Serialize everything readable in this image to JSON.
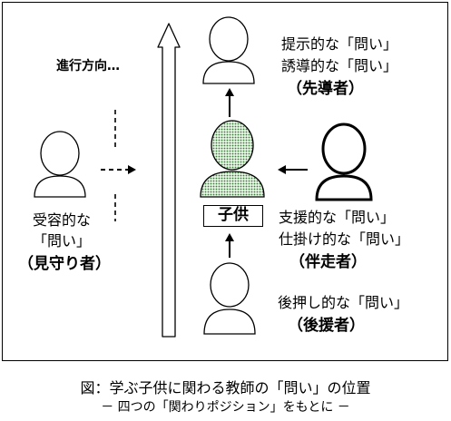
{
  "direction_label": "進行方向…",
  "child": {
    "label": "子供"
  },
  "leader": {
    "line1": "提示的な「問い」",
    "line2": "誘導的な「問い」",
    "role": "（先導者）"
  },
  "companion": {
    "line1": "支援的な「問い」",
    "line2": "仕掛け的な「問い」",
    "role": "（伴走者）"
  },
  "supporter": {
    "line1": "後押し的な「問い」",
    "role": "（後援者）"
  },
  "watcher": {
    "line1": "受容的な",
    "line2": "「問い」",
    "role": "（見守り者）"
  },
  "caption": {
    "title": "図：学ぶ子供に関わる教師の「問い」の位置",
    "subtitle": "－ 四つの「関わりポジション」をもとに －"
  }
}
